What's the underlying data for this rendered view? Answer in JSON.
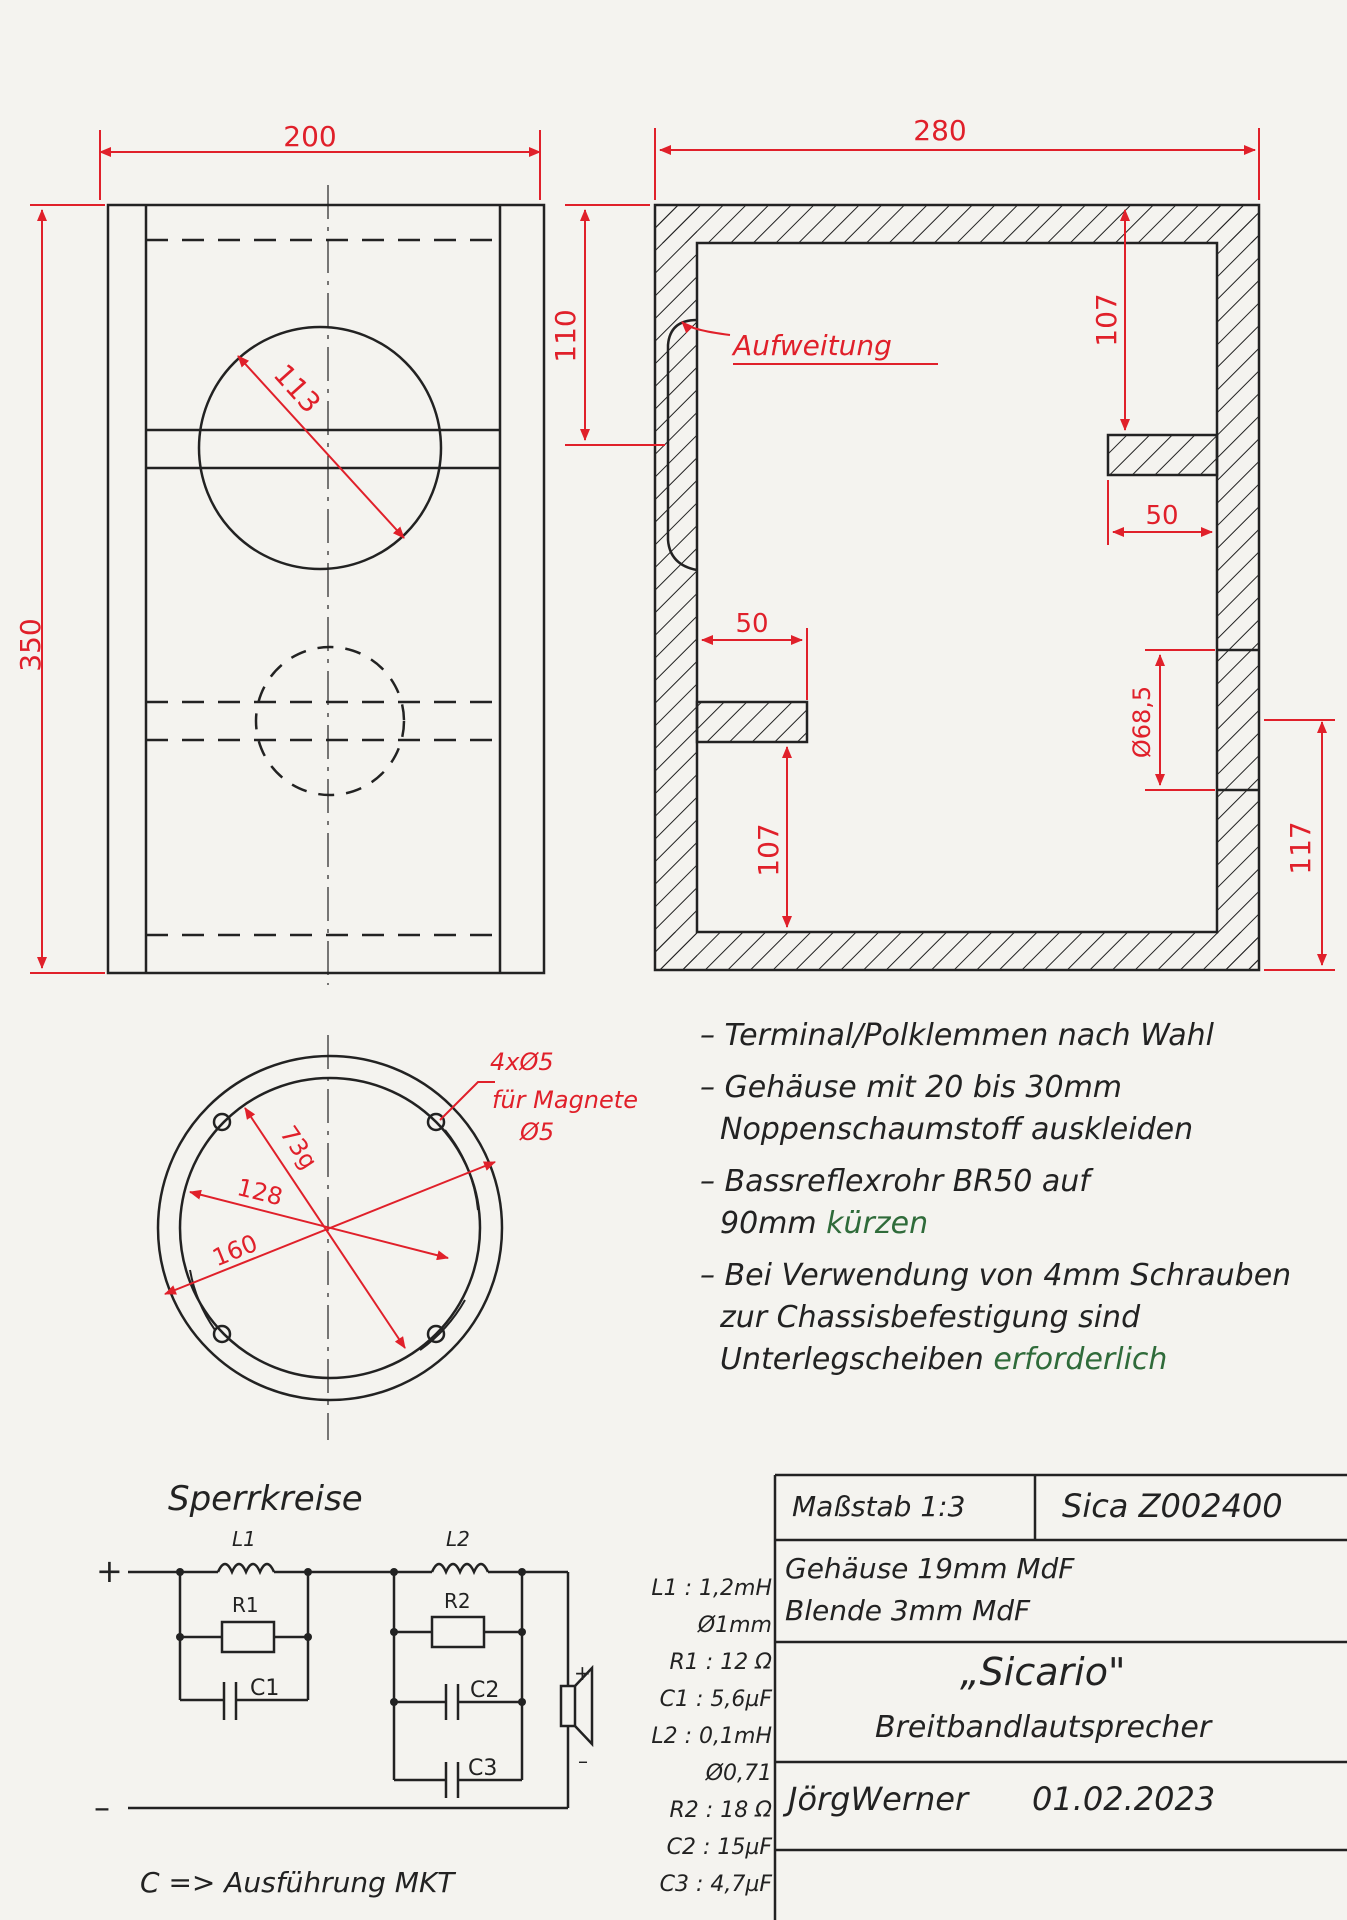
{
  "colors": {
    "ink": "#222222",
    "dimension": "#e0202a",
    "note_green": "#2f6b3a",
    "paper": "#f4f3ef"
  },
  "front_view": {
    "width_label": "200",
    "height_label": "350",
    "driver_diameter_label": "113"
  },
  "side_view": {
    "depth_label": "280",
    "port_height_label": "110",
    "flare_label": "Aufweitung",
    "top_brace_offset_label": "107",
    "top_brace_length_label": "50",
    "bottom_brace_length_label": "50",
    "bottom_brace_offset_label": "107",
    "terminal_hole_label": "Ø68,5",
    "terminal_height_label": "117"
  },
  "driver_view": {
    "holes_label": "4xØ5",
    "magnet_label": "für Magnete",
    "magnet_size_label": "Ø5",
    "d1_label": "73g",
    "d2_label": "128",
    "d3_label": "160"
  },
  "notes": [
    {
      "dash": "–",
      "text": "Terminal/Polklemmen nach Wahl"
    },
    {
      "dash": "–",
      "text": "Gehäuse mit 20 bis 30mm"
    },
    {
      "text": "Noppenschaumstoff auskleiden"
    },
    {
      "dash": "–",
      "text": "Bassreflexrohr BR50 auf"
    },
    {
      "text": "90mm",
      "green": "kürzen"
    },
    {
      "dash": "–",
      "text": "Bei Verwendung von 4mm Schrauben"
    },
    {
      "text": "zur Chassisbefestigung sind"
    },
    {
      "text": "Unterlegscheiben",
      "green": "erforderlich"
    }
  ],
  "circuit": {
    "title": "Sperrkreise",
    "plus": "+",
    "minus": "–",
    "speaker_plus": "+",
    "speaker_minus": "–",
    "l1": "L1",
    "r1": "R1",
    "c1": "C1",
    "l2": "L2",
    "r2": "R2",
    "c2": "C2",
    "c3": "C3",
    "footnote": "C => Ausführung MKT"
  },
  "components": [
    "L1 : 1,2mH",
    "Ø1mm",
    "R1 : 12 Ω",
    "C1 : 5,6µF",
    "L2 : 0,1mH",
    "Ø0,71",
    "R2 : 18 Ω",
    "C2 : 15µF",
    "C3 : 4,7µF"
  ],
  "title_block": {
    "scale": "Maßstab 1:3",
    "part_no": "Sica Z002400",
    "material1": "Gehäuse 19mm MdF",
    "material2": "Blende 3mm MdF",
    "name": "„Sicario\"",
    "subtitle": "Breitbandlautsprecher",
    "author": "JörgWerner",
    "date": "01.02.2023"
  }
}
